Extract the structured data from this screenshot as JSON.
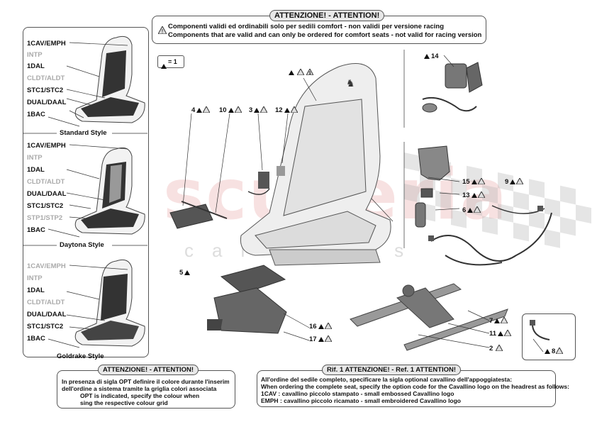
{
  "top_notice": {
    "badge": "ATTENZIONE! - ATTENTION!",
    "line_it": "Componenti validi ed ordinabili solo per sedili comfort - non validi per versione racing",
    "line_en": "Components that are valid and can only be ordered for comfort seats - not valid for racing version"
  },
  "legend": {
    "text": "= 1"
  },
  "styles": [
    {
      "name": "Standard Style",
      "codes": [
        "1CAV/EMPH",
        "INTP",
        "1DAL",
        "CLDT/ALDT",
        "STC1/STC2",
        "DUAL/DAAL",
        "1BAC"
      ],
      "grey": [
        false,
        true,
        false,
        true,
        false,
        false,
        false
      ]
    },
    {
      "name": "Daytona Style",
      "codes": [
        "1CAV/EMPH",
        "INTP",
        "1DAL",
        "CLDT/ALDT",
        "DUAL/DAAL",
        "STC1/STC2",
        "STP1/STP2",
        "1BAC"
      ],
      "grey": [
        false,
        true,
        false,
        true,
        false,
        false,
        true,
        false
      ]
    },
    {
      "name": "Goldrake Style",
      "codes": [
        "1CAV/EMPH",
        "INTP",
        "1DAL",
        "CLDT/ALDT",
        "DUAL/DAAL",
        "STC1/STC2",
        "1BAC"
      ],
      "grey": [
        true,
        true,
        false,
        true,
        false,
        false,
        false
      ]
    }
  ],
  "callouts": {
    "c1": "",
    "c4": "4",
    "c10": "10",
    "c3": "3",
    "c12": "12",
    "c14": "14",
    "c15": "15",
    "c9": "9",
    "c13": "13",
    "c6": "6",
    "c5": "5",
    "c16": "16",
    "c17": "17",
    "c7": "7",
    "c11": "11",
    "c2": "2",
    "c8": "8"
  },
  "watermark": {
    "main": "scuderia",
    "sub": "car parts"
  },
  "bottom_left_notice": {
    "badge": "ATTENZIONE! - ATTENTION!",
    "lines": [
      "In presenza di sigla OPT definire il colore durante l'inserimento",
      "dell'ordine a sistema tramite la griglia colori associata",
      "OPT is indicated, specify the colour when",
      "sing the respective colour grid"
    ]
  },
  "bottom_right_notice": {
    "badge": "Rif. 1 ATTENZIONE! - Ref. 1 ATTENTION!",
    "lines": [
      "All'ordine del sedile completo, specificare la sigla optional cavallino dell'appoggiatesta:",
      "When ordering the complete seat, specify the option code for the Cavallino logo on the headrest as follows:"
    ],
    "options": [
      {
        "code": "1CAV",
        "text": ": cavallino piccolo stampato - small embossed Cavallino logo"
      },
      {
        "code": "EMPH",
        "text": ": cavallino piccolo ricamato - small embroidered Cavallino logo"
      }
    ]
  }
}
